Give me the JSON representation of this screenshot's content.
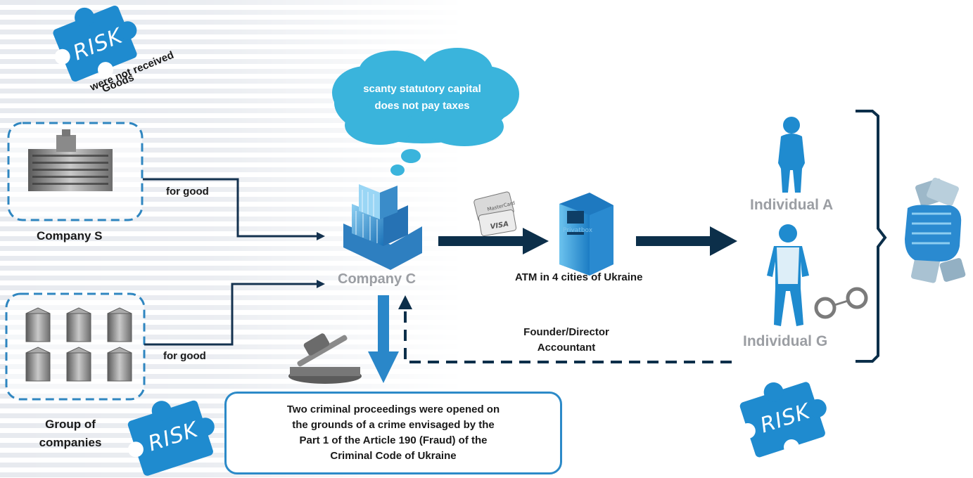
{
  "risk_label": "RISK",
  "goods_note": {
    "line1": "Goods",
    "line2": "were not received"
  },
  "cloud": {
    "line1": "scanty statutory capital",
    "line2": "does not pay taxes"
  },
  "company_s": {
    "label": "Company S"
  },
  "group": {
    "line1": "Group of",
    "line2": "companies"
  },
  "company_c": {
    "label": "Company C"
  },
  "flow_labels": {
    "for_good_top": "for good",
    "for_good_bottom": "for good"
  },
  "atm": {
    "label": "ATM in 4 cities of Ukraine",
    "brand": "Privatbox"
  },
  "roles": {
    "line1": "Founder/Director",
    "line2": "Accountant"
  },
  "individual_a": {
    "label": "Individual A"
  },
  "individual_g": {
    "label": "Individual G"
  },
  "card_labels": {
    "card1": "MasterCard",
    "card2": "VISA"
  },
  "crime": {
    "line1": "Two criminal proceedings were opened on",
    "line2": "the grounds of a crime envisaged by the",
    "line3": "Part 1 of the Article 190 (Fraud) of the",
    "line4": "Criminal Code of Ukraine"
  },
  "colors": {
    "accent": "#1f8bcf",
    "dark_arrow": "#0c2f4a",
    "cloud": "#3ab4dc",
    "grey_text": "#9b9ea3"
  }
}
